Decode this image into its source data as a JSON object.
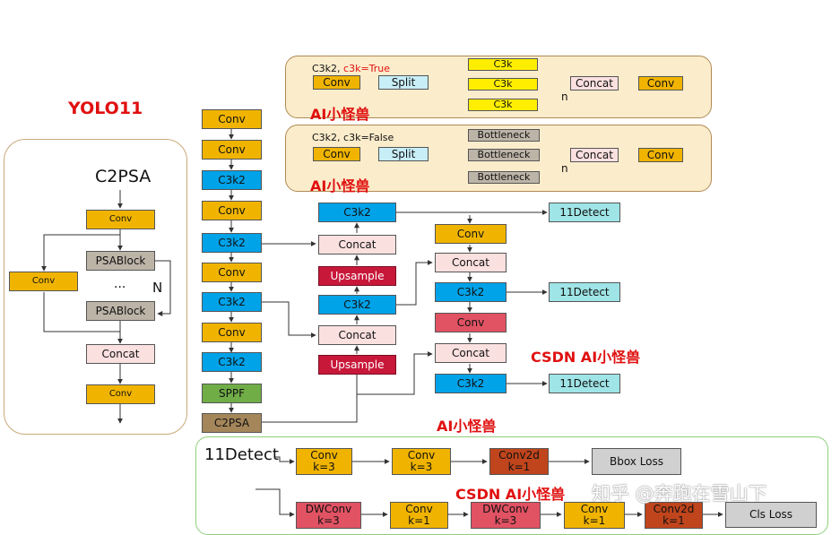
{
  "title": "YOLO11",
  "c2psa_panel": {
    "title": "C2PSA",
    "conv_top": "Conv",
    "psablock_top": "PSABlock",
    "dots": "...",
    "n_label": "N",
    "psablock_bottom": "PSABlock",
    "side_conv": "Conv",
    "concat": "Concat",
    "conv_bottom": "Conv"
  },
  "backbone": [
    "Conv",
    "Conv",
    "C3k2",
    "Conv",
    "C3k2",
    "Conv",
    "C3k2",
    "Conv",
    "C3k2",
    "SPPF",
    "C2PSA"
  ],
  "neck": {
    "c3k2_top": "C3k2",
    "concat_1": "Concat",
    "upsample_1": "Upsample",
    "c3k2_mid": "C3k2",
    "concat_2": "Concat",
    "upsample_2": "Upsample",
    "conv_r1": "Conv",
    "concat_r1": "Concat",
    "c3k2_r1": "C3k2",
    "conv_r2": "Conv",
    "concat_r2": "Concat",
    "c3k2_r2": "C3k2",
    "detect_1": "11Detect",
    "detect_2": "11Detect",
    "detect_3": "11Detect"
  },
  "c3k_true_panel": {
    "title_prefix": "C3k2,",
    "title_flag": "c3k=True",
    "conv_in": "Conv",
    "split": "Split",
    "blocks": [
      "C3k",
      "C3k",
      "C3k"
    ],
    "n_label": "n",
    "concat": "Concat",
    "conv_out": "Conv",
    "watermark": "AI小怪兽"
  },
  "c3k_false_panel": {
    "title": "C3k2, c3k=False",
    "conv_in": "Conv",
    "split": "Split",
    "blocks": [
      "Bottleneck",
      "Bottleneck",
      "Bottleneck"
    ],
    "n_label": "n",
    "concat": "Concat",
    "conv_out": "Conv",
    "watermark": "AI小怪兽"
  },
  "detect_panel": {
    "title": "11Detect",
    "row1": [
      {
        "l1": "Conv",
        "l2": "k=3"
      },
      {
        "l1": "Conv",
        "l2": "k=3"
      },
      {
        "l1": "Conv2d",
        "l2": "k=1"
      }
    ],
    "bbox_loss": "Bbox Loss",
    "row2": [
      {
        "l1": "DWConv",
        "l2": "k=3"
      },
      {
        "l1": "Conv",
        "l2": "k=1"
      },
      {
        "l1": "DWConv",
        "l2": "k=3"
      },
      {
        "l1": "Conv",
        "l2": "k=1"
      },
      {
        "l1": "Conv2d",
        "l2": "k=1"
      }
    ],
    "cls_loss": "Cls Loss"
  },
  "watermarks": {
    "csdn_right": "CSDN AI小怪兽",
    "ai_center": "AI小怪兽",
    "csdn_bottom": "CSDN AI小怪兽",
    "zhihu": "知乎 @奔跑在雪山下"
  },
  "colors": {
    "accent_red": "#e01010",
    "conv_yellow": "#f0b400",
    "c3k2_blue": "#00a2e8",
    "upsample_red": "#c8183a",
    "detect_cyan": "#9fe4e6",
    "sppf_green": "#70ad47",
    "c2psa_brown": "#a5865a"
  }
}
